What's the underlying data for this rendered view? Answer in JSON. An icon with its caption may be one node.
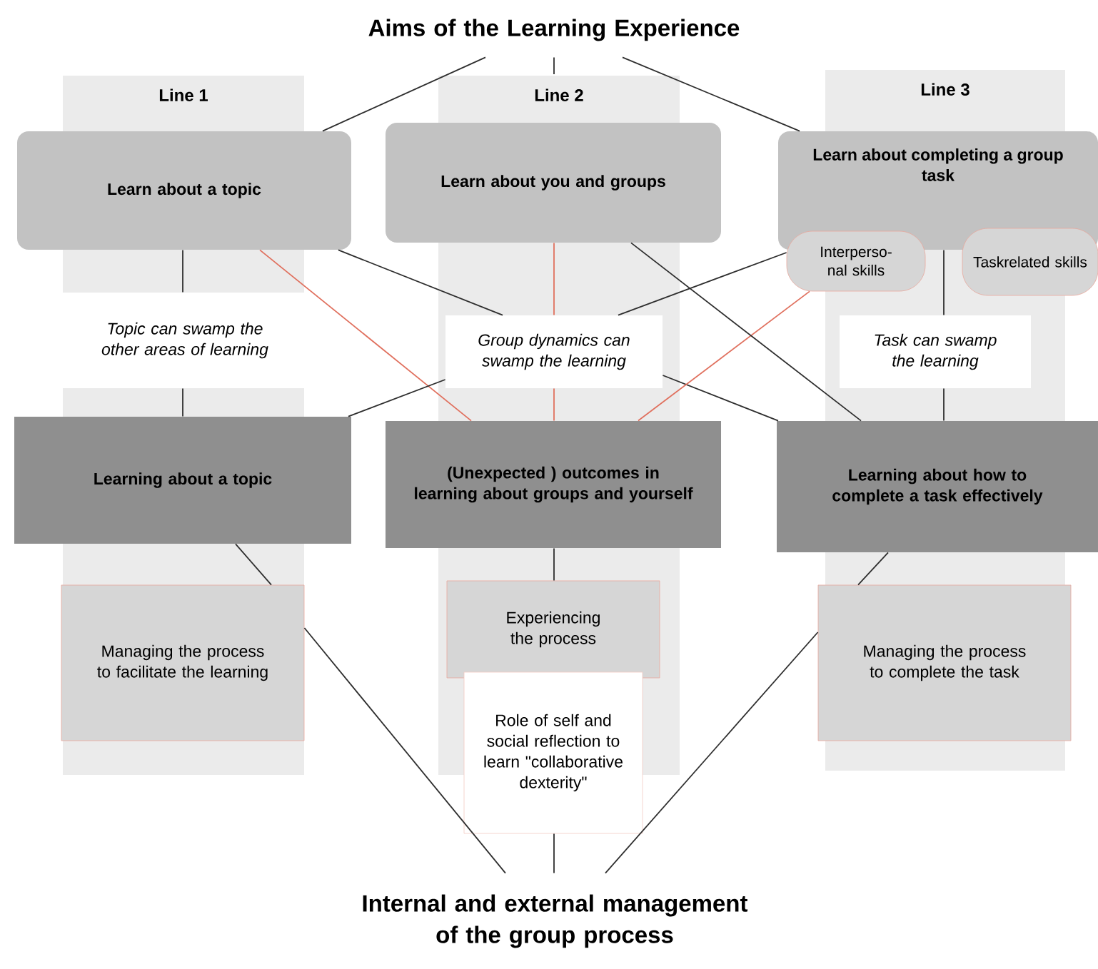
{
  "diagram": {
    "nodes": [
      {
        "text": [
          "Aims of the Learning Experience"
        ]
      },
      {
        "text": [
          "Learn about a topic"
        ]
      },
      {
        "text": [
          "Learn about you and groups"
        ]
      },
      {
        "text": [
          "Learn about completing a group task"
        ]
      },
      {
        "text": [
          "Interperso- nal skills"
        ]
      },
      {
        "text": [
          "Taskrelated skills"
        ]
      },
      {
        "text": [
          "Topic can swamp the other areas of learning"
        ]
      },
      {
        "text": [
          "Group dynamics can swamp the learning"
        ]
      },
      {
        "text": [
          "Task can swamp the learning"
        ]
      },
      {
        "text": [
          "Learning about a topic"
        ]
      },
      {
        "text": [
          "(Unexpected ) outcomes in learning about groups and yourself"
        ]
      },
      {
        "text": [
          "Learning about how to complete a task effectively"
        ]
      },
      {
        "text": [
          "Managing the process to facilitate the learning"
        ]
      },
      {
        "text": [
          "Experiencing the process"
        ]
      },
      {
        "text": [
          "Role of self and social reflection to learn \"collaborative dexterity\""
        ]
      },
      {
        "text": [
          "Managing the process to complete the task"
        ]
      },
      {
        "text": [
          "Internal and external management of the group process"
        ]
      }
    ],
    "edges": [
      {
        "from": 0,
        "to": 1,
        "arrow": "none"
      },
      {
        "from": 0,
        "to": null,
        "arrow": "none"
      },
      {
        "from": 0,
        "to": 3,
        "arrow": "none"
      },
      {
        "from": 1,
        "to": 6,
        "arrow": "none"
      },
      {
        "from": 6,
        "to": 9,
        "arrow": "none"
      },
      {
        "from": 1,
        "to": 10,
        "arrow": "none",
        "color": "#e0705e"
      },
      {
        "from": 1,
        "to": 7,
        "arrow": "none"
      },
      {
        "from": 7,
        "to": 11,
        "arrow": "none"
      },
      {
        "from": 4,
        "to": 7,
        "arrow": "none"
      },
      {
        "from": 7,
        "to": 9,
        "arrow": "none"
      },
      {
        "from": 2,
        "to": 7,
        "arrow": "none",
        "color": "#e0705e"
      },
      {
        "from": 7,
        "to": 10,
        "arrow": "none",
        "color": "#e0705e"
      },
      {
        "from": 4,
        "to": 10,
        "arrow": "none",
        "color": "#e0705e"
      },
      {
        "from": 2,
        "to": 11,
        "arrow": "none"
      },
      {
        "from": 3,
        "to": 8,
        "arrow": "none"
      },
      {
        "from": 8,
        "to": 11,
        "arrow": "none"
      },
      {
        "from": 9,
        "to": 12,
        "arrow": "none"
      },
      {
        "from": 10,
        "to": 13,
        "arrow": "none"
      },
      {
        "from": 11,
        "to": 15,
        "arrow": "none"
      },
      {
        "from": 12,
        "to": 16,
        "arrow": "none"
      },
      {
        "from": 14,
        "to": 16,
        "arrow": "none"
      },
      {
        "from": 15,
        "to": 16,
        "arrow": "none"
      }
    ],
    "labels": [
      "Line 1",
      "Line 2",
      "Line 3"
    ]
  }
}
